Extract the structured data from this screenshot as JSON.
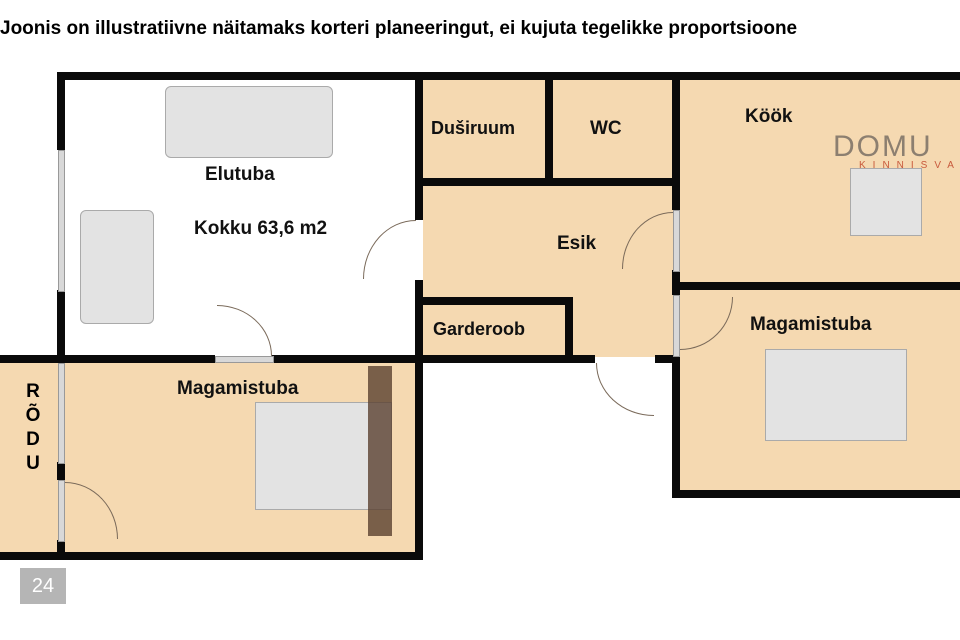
{
  "title": "Joonis on illustratiivne näitamaks korteri planeeringut, ei kujuta tegelikke proportsioone",
  "rooms": {
    "elutuba": "Elutuba",
    "total_area": "Kokku 63,6 m2",
    "dusiruum": "Duširuum",
    "wc": "WC",
    "kook": "Köök",
    "esik": "Esik",
    "garderoob": "Garderoob",
    "magamistuba_right": "Magamistuba",
    "magamistuba_left": "Magamistuba",
    "rodu": "RÕDU"
  },
  "logo": {
    "name": "DOMU",
    "sub": "KINNISVA"
  },
  "badge": "24",
  "colors": {
    "room_fill": "#f5d9b1",
    "wall": "#0a0a0a"
  }
}
